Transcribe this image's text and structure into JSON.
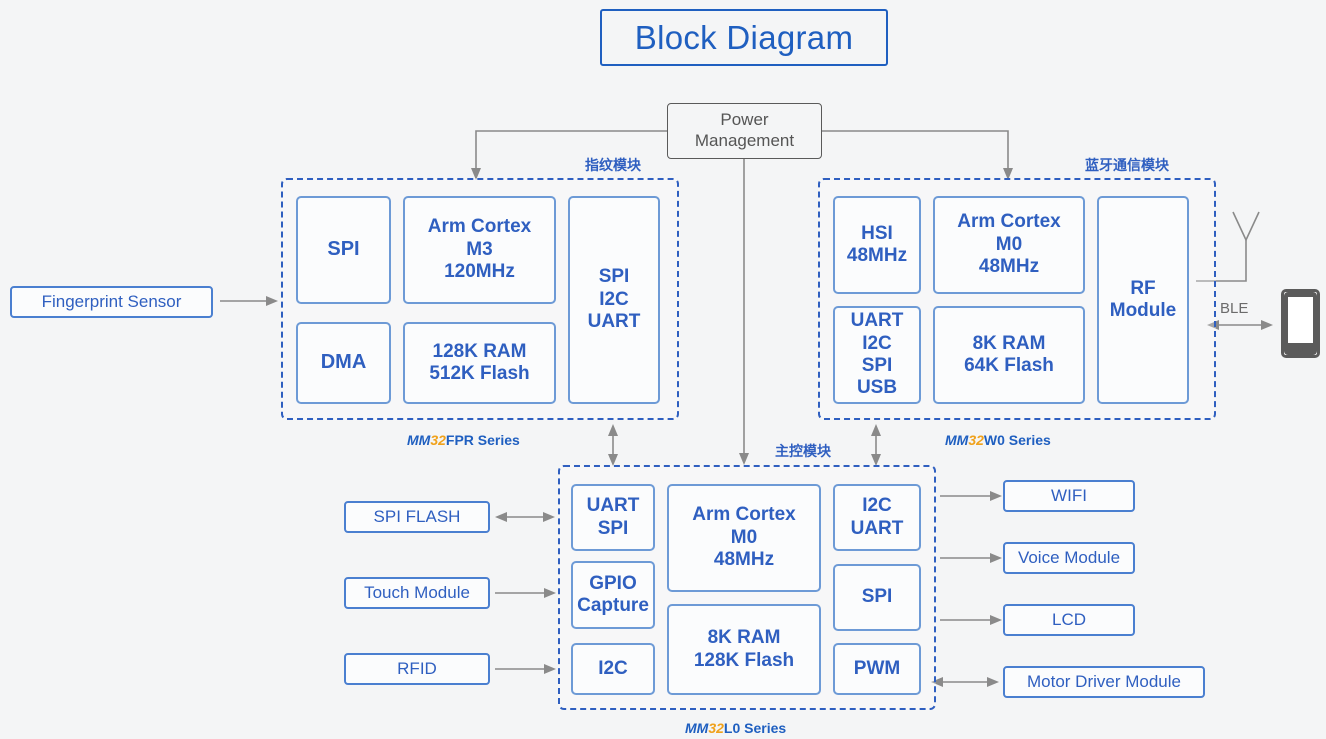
{
  "page": {
    "title": "Block Diagram",
    "background_color": "#f4f5f6",
    "accent_blue": "#2f5fc0",
    "accent_orange": "#f0a21c",
    "gray": "#8a8a8a"
  },
  "power": {
    "label_line1": "Power",
    "label_line2": "Management"
  },
  "external": {
    "fingerprint_sensor": "Fingerprint Sensor",
    "ble_label": "BLE",
    "phone_icon": "smartphone-icon",
    "antenna_icon": "antenna-icon"
  },
  "fingerprint_module": {
    "group_label": "指纹模块",
    "series": {
      "mm": "MM",
      "num": "32",
      "rest": "FPR Series"
    },
    "blocks": [
      {
        "name": "spi",
        "text": "SPI"
      },
      {
        "name": "arm-cortex-m3",
        "text": "Arm Cortex\nM3\n120MHz"
      },
      {
        "name": "spi-i2c-uart",
        "text": "SPI\nI2C\nUART"
      },
      {
        "name": "dma",
        "text": "DMA"
      },
      {
        "name": "ram-flash",
        "text": "128K RAM\n512K Flash"
      }
    ]
  },
  "bluetooth_module": {
    "group_label": "蓝牙通信模块",
    "series": {
      "mm": "MM",
      "num": "32",
      "rest": "W0 Series"
    },
    "blocks": [
      {
        "name": "hsi",
        "text": "HSI\n48MHz"
      },
      {
        "name": "arm-cortex-m0",
        "text": "Arm Cortex\nM0\n48MHz"
      },
      {
        "name": "rf-module",
        "text": "RF\nModule"
      },
      {
        "name": "uart-i2c-spi-usb",
        "text": "UART\nI2C\nSPI\nUSB"
      },
      {
        "name": "ram-flash",
        "text": "8K RAM\n64K Flash"
      }
    ]
  },
  "main_module": {
    "group_label": "主控模块",
    "series": {
      "mm": "MM",
      "num": "32",
      "rest": "L0 Series"
    },
    "blocks": [
      {
        "name": "uart-spi",
        "text": "UART\nSPI"
      },
      {
        "name": "arm-cortex-m0",
        "text": "Arm Cortex\nM0\n48MHz"
      },
      {
        "name": "i2c-uart",
        "text": "I2C\nUART"
      },
      {
        "name": "gpio-capture",
        "text": "GPIO\nCapture"
      },
      {
        "name": "spi",
        "text": "SPI"
      },
      {
        "name": "i2c",
        "text": "I2C"
      },
      {
        "name": "ram-flash",
        "text": "8K RAM\n128K Flash"
      },
      {
        "name": "pwm",
        "text": "PWM"
      }
    ]
  },
  "left_peripherals": [
    {
      "name": "spi-flash",
      "text": "SPI FLASH",
      "arrow": "bidirectional"
    },
    {
      "name": "touch-module",
      "text": "Touch Module",
      "arrow": "right"
    },
    {
      "name": "rfid",
      "text": "RFID",
      "arrow": "right"
    }
  ],
  "right_peripherals": [
    {
      "name": "wifi",
      "text": "WIFI",
      "arrow": "right"
    },
    {
      "name": "voice-module",
      "text": "Voice Module",
      "arrow": "right"
    },
    {
      "name": "lcd",
      "text": "LCD",
      "arrow": "right"
    },
    {
      "name": "motor-driver-module",
      "text": "Motor Driver Module",
      "arrow": "bidirectional"
    }
  ]
}
